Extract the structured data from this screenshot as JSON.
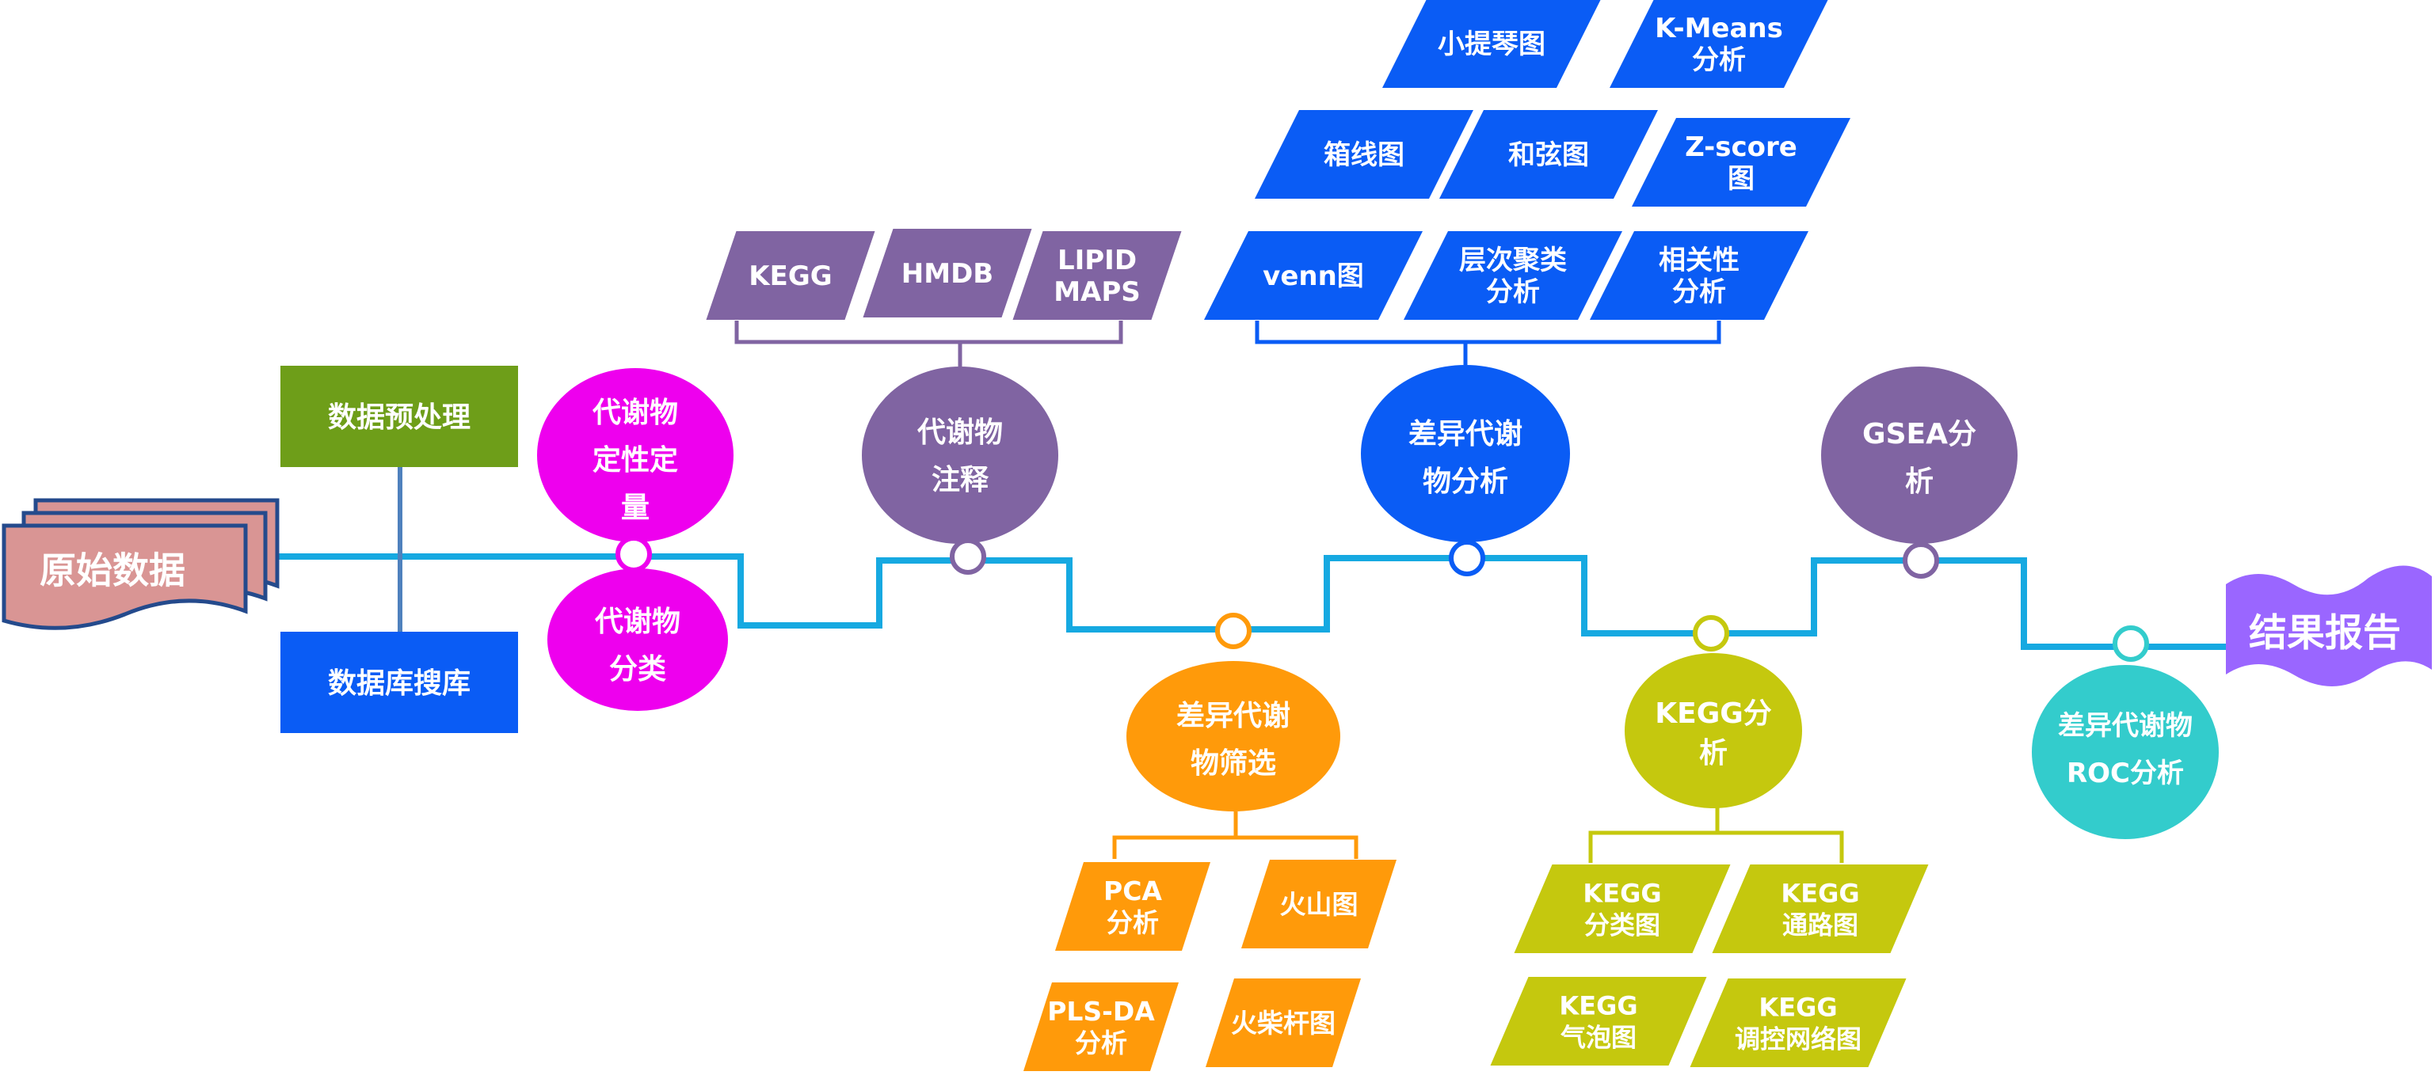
{
  "colors": {
    "line": "#16a9e1",
    "green": "#6e9e19",
    "blue": "#0a5cf5",
    "magenta": "#ee00ee",
    "purple": "#8064a2",
    "orange": "#ff9a0a",
    "olive": "#c5c80e",
    "teal": "#33cccc",
    "lavender": "#9a66ff",
    "pink": "#d99594",
    "white": "#ffffff"
  },
  "start": {
    "label": "原始数据"
  },
  "end": {
    "label": "结果报告"
  },
  "preprocess": {
    "top": "数据预处理",
    "bottom": "数据库搜库"
  },
  "nodes": {
    "quant": "代谢物\n定性定\n量",
    "classify": "代谢物\n分类",
    "annotate": "代谢物\n注释",
    "screen": "差异代谢\n物筛选",
    "analysis": "差异代谢\n物分析",
    "kegg": "KEGG分\n析",
    "gsea": "GSEA分\n析",
    "roc": "差异代谢物\nROC分析"
  },
  "annotation_tags": [
    "KEGG",
    "HMDB",
    "LIPID\nMAPS"
  ],
  "screening_tags": [
    "PCA\n分析",
    "火山图",
    "PLS-DA\n分析",
    "火柴杆图"
  ],
  "analysis_tags": [
    "小提琴图",
    "K-Means\n分析",
    "箱线图",
    "和弦图",
    "Z-score\n图",
    "venn图",
    "层次聚类\n分析",
    "相关性\n分析"
  ],
  "kegg_tags": [
    "KEGG\n分类图",
    "KEGG\n通路图",
    "KEGG\n气泡图",
    "KEGG\n调控网络图"
  ]
}
